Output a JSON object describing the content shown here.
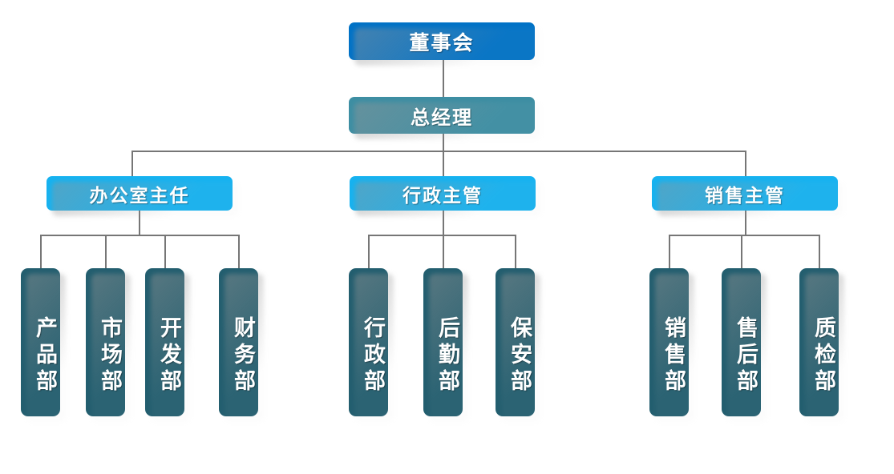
{
  "diagram": {
    "title": "组织结构图",
    "type": "organizational-chart",
    "colors": {
      "board": "#0072C6",
      "general_manager": "#3D8EA3",
      "supervisor": "#16B2F0",
      "department": "#235E6F",
      "connector": "#767676",
      "background": "#FFFFFF",
      "text": "#FFFFFF"
    }
  },
  "levels": {
    "level1": {
      "board": {
        "label": "董事会"
      }
    },
    "level2": {
      "general_manager": {
        "label": "总经理"
      }
    },
    "level3": [
      {
        "label": "办公室主任"
      },
      {
        "label": "行政主管"
      },
      {
        "label": "销售主管"
      }
    ],
    "level4": {
      "office_group": [
        {
          "label": "产品部"
        },
        {
          "label": "市场部"
        },
        {
          "label": "开发部"
        },
        {
          "label": "财务部"
        }
      ],
      "admin_group": [
        {
          "label": "行政部"
        },
        {
          "label": "后勤部"
        },
        {
          "label": "保安部"
        }
      ],
      "sales_group": [
        {
          "label": "销售部"
        },
        {
          "label": "售后部"
        },
        {
          "label": "质检部"
        }
      ]
    }
  }
}
